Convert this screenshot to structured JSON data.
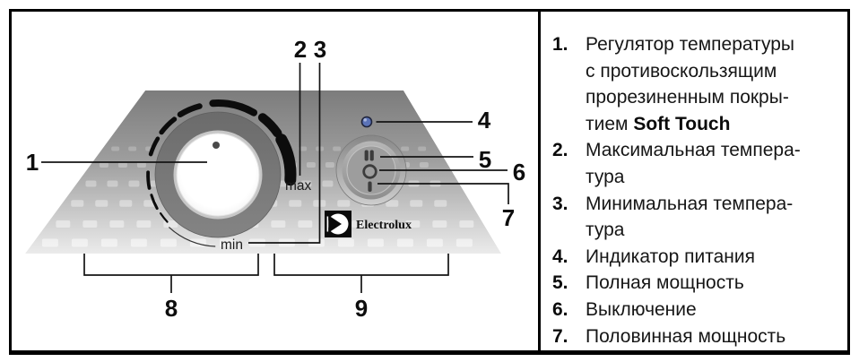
{
  "diagram": {
    "callouts": {
      "c1": "1",
      "c2": "2",
      "c3": "3",
      "c4": "4",
      "c5": "5",
      "c6": "6",
      "c7": "7",
      "c8": "8",
      "c9": "9"
    },
    "knob_labels": {
      "max": "max",
      "min": "min"
    },
    "brand": "Electrolux",
    "switch_symbol_names": [
      "full-power-II",
      "off-O",
      "half-power-I"
    ],
    "colors": {
      "led_blue": "#5b73b8",
      "panel_top": "#7e7e7e",
      "panel_bottom": "#eaeaea",
      "knob_ring": "#757575"
    }
  },
  "legend": {
    "items": [
      {
        "num": "1.",
        "text": "Регулятор температуры\nс противоскользящим\nпрорезиненным покры-\nтием ",
        "bold": "Soft Touch"
      },
      {
        "num": "2.",
        "text": "Максимальная темпера-\nтура"
      },
      {
        "num": "3.",
        "text": "Минимальная темпера-\nтура"
      },
      {
        "num": "4.",
        "text": "Индикатор питания"
      },
      {
        "num": "5.",
        "text": "Полная мощность"
      },
      {
        "num": "6.",
        "text": "Выключение"
      },
      {
        "num": "7.",
        "text": "Половинная мощность"
      }
    ]
  }
}
